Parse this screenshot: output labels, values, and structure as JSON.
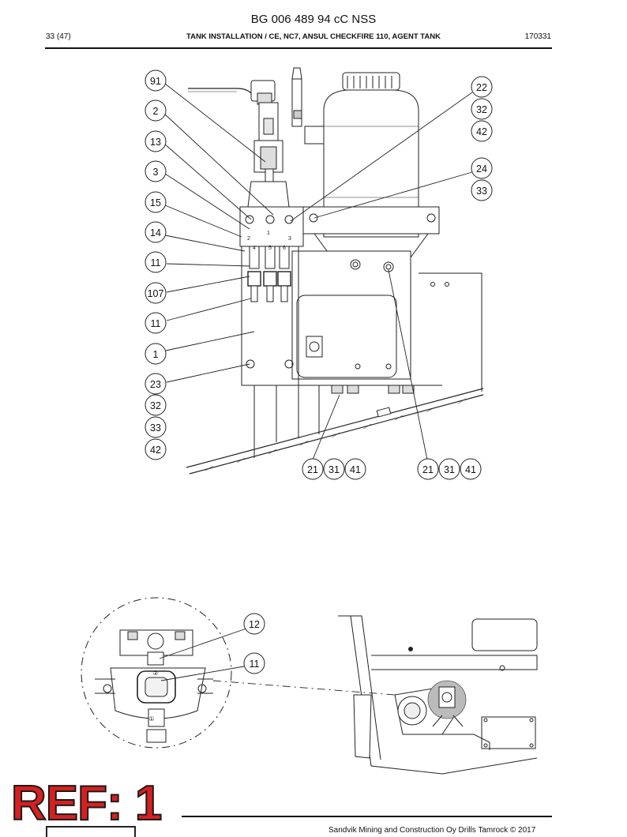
{
  "document": {
    "title": "BG 006 489 94 cC NSS",
    "page": "33 (47)",
    "section": "TANK INSTALLATION / CE, NC7, ANSUL CHECKFIRE 110, AGENT TANK",
    "date": "170331"
  },
  "upper_balloons": {
    "b91": "91",
    "b2": "2",
    "b13": "13",
    "b3": "3",
    "b15": "15",
    "b14": "14",
    "b11a": "11",
    "b107": "107",
    "b11b": "11",
    "b1": "1",
    "b23": "23",
    "b32a": "32",
    "b33a": "33",
    "b42a": "42",
    "b22": "22",
    "b32b": "32",
    "b42b": "42",
    "b24": "24",
    "b33b": "33",
    "b21a": "21",
    "b31a": "31",
    "b41a": "41",
    "b21b": "21",
    "b31b": "31",
    "b41b": "41"
  },
  "port_labels": {
    "p1": "1",
    "p2": "2",
    "p3": "3",
    "p4": "4",
    "p5": "5",
    "p6": "6"
  },
  "lower_balloons": {
    "b12": "12",
    "b11": "11"
  },
  "detail_marks": {
    "mark_2": "②",
    "mark_1": "①"
  },
  "stamp": {
    "text": "REF: 1"
  },
  "footer": {
    "copyright": "Sandvik Mining and Construction Oy Drills Tamrock © 2017"
  }
}
